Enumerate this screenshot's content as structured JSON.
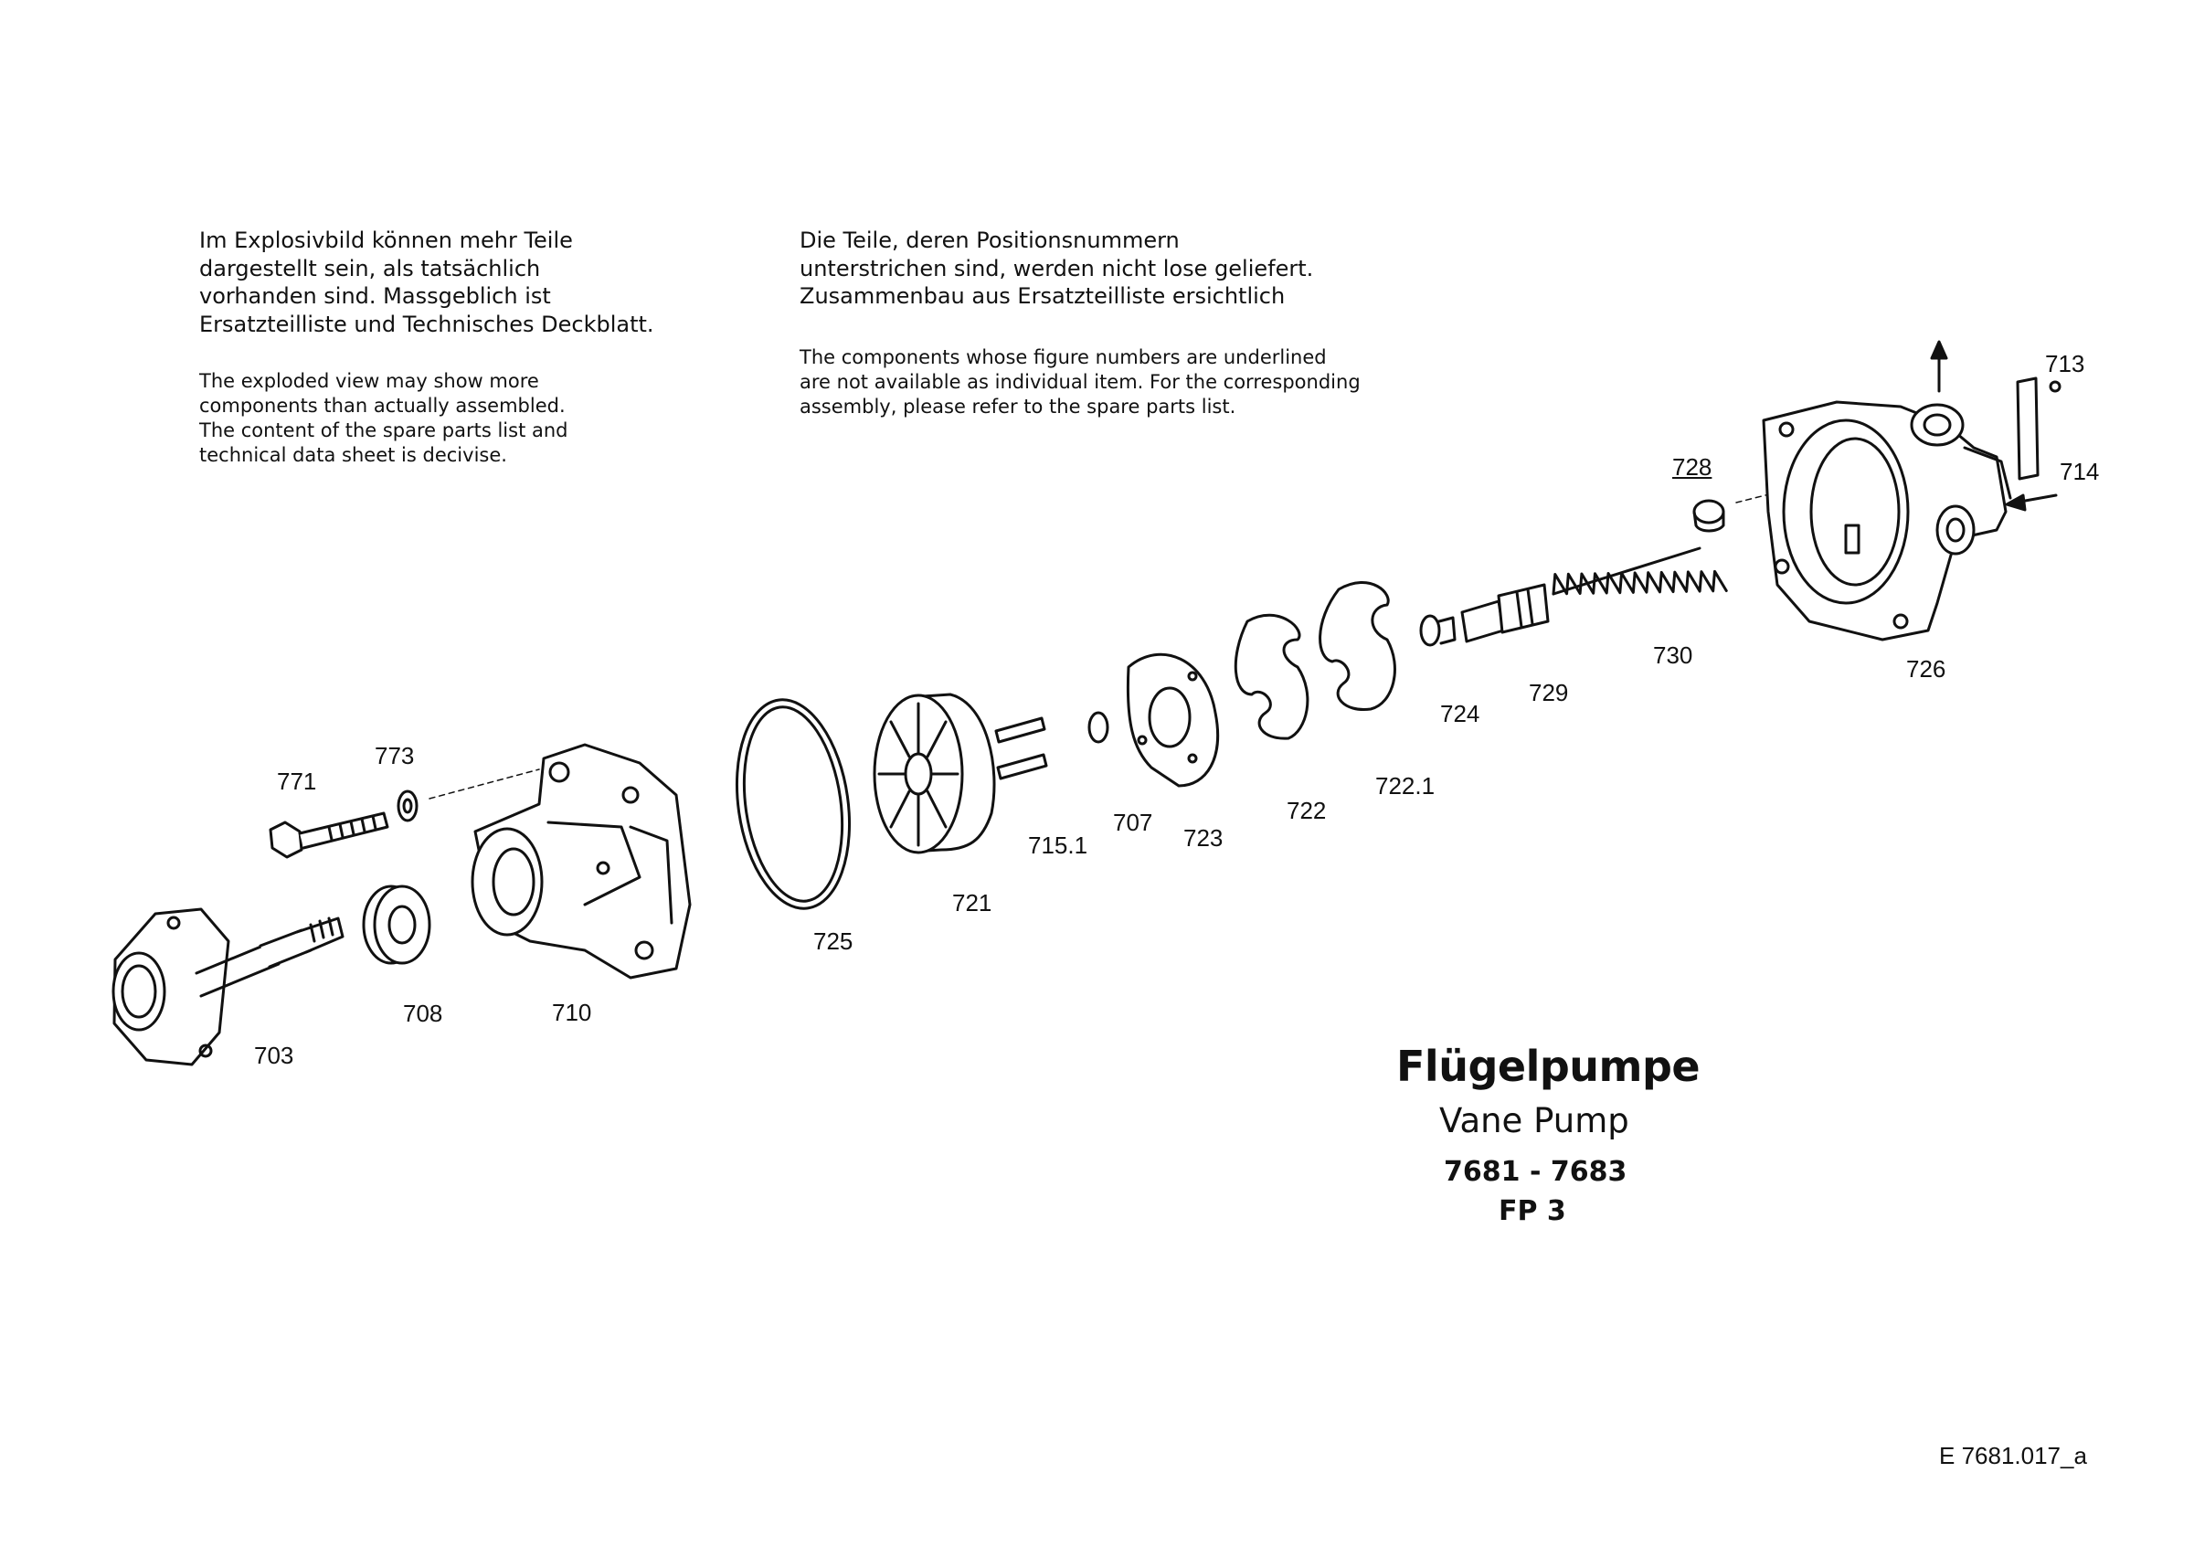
{
  "notes": {
    "de_left": [
      "Im Explosivbild können mehr Teile",
      "dargestellt sein, als tatsächlich",
      "vorhanden sind. Massgeblich ist",
      "Ersatzteilliste und Technisches Deckblatt."
    ],
    "en_left": [
      "The exploded view may show more",
      "components than actually assembled.",
      "The content of the spare parts list and",
      "technical data sheet is decivise."
    ],
    "de_right": [
      "Die Teile, deren Positionsnummern",
      "unterstrichen sind, werden nicht lose geliefert.",
      "Zusammenbau aus Ersatzteilliste ersichtlich"
    ],
    "en_right": [
      "The components whose figure numbers are underlined",
      "are not available as individual item. For the corresponding",
      "assembly, please refer to the spare parts list."
    ]
  },
  "parts": [
    {
      "number": "703",
      "underlined": false
    },
    {
      "number": "708",
      "underlined": false
    },
    {
      "number": "710",
      "underlined": false
    },
    {
      "number": "771",
      "underlined": false
    },
    {
      "number": "773",
      "underlined": false
    },
    {
      "number": "725",
      "underlined": false
    },
    {
      "number": "721",
      "underlined": false
    },
    {
      "number": "715.1",
      "underlined": false
    },
    {
      "number": "707",
      "underlined": false
    },
    {
      "number": "723",
      "underlined": false
    },
    {
      "number": "722",
      "underlined": false
    },
    {
      "number": "722.1",
      "underlined": false
    },
    {
      "number": "724",
      "underlined": false
    },
    {
      "number": "729",
      "underlined": false
    },
    {
      "number": "730",
      "underlined": false
    },
    {
      "number": "726",
      "underlined": false
    },
    {
      "number": "728",
      "underlined": true
    },
    {
      "number": "713",
      "underlined": false
    },
    {
      "number": "714",
      "underlined": false
    }
  ],
  "title": {
    "de": "Flügelpumpe",
    "en": "Vane Pump",
    "model_range": "7681 - 7683",
    "code": "FP 3"
  },
  "document_ref": "E  7681.017_a"
}
